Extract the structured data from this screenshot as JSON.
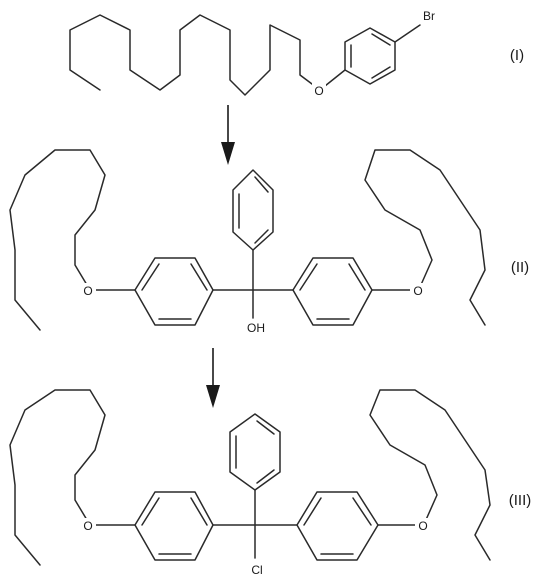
{
  "compounds": [
    {
      "id": "I",
      "label": "(I)",
      "atoms": {
        "oxygen": "O",
        "halogen": "Br"
      }
    },
    {
      "id": "II",
      "label": "(II)",
      "atoms": {
        "oxygen_left": "O",
        "oxygen_right": "O",
        "hydroxyl": "OH"
      }
    },
    {
      "id": "III",
      "label": "(III)",
      "atoms": {
        "oxygen_left": "O",
        "oxygen_right": "O",
        "chloro": "Cl"
      }
    }
  ],
  "arrows": [
    {
      "id": "arrow-1",
      "from": "I",
      "to": "II",
      "direction": "down"
    },
    {
      "id": "arrow-2",
      "from": "II",
      "to": "III",
      "direction": "down"
    }
  ],
  "colors": {
    "bond": "#2a2a2a",
    "text": "#1a1a1a",
    "background": "#ffffff"
  }
}
